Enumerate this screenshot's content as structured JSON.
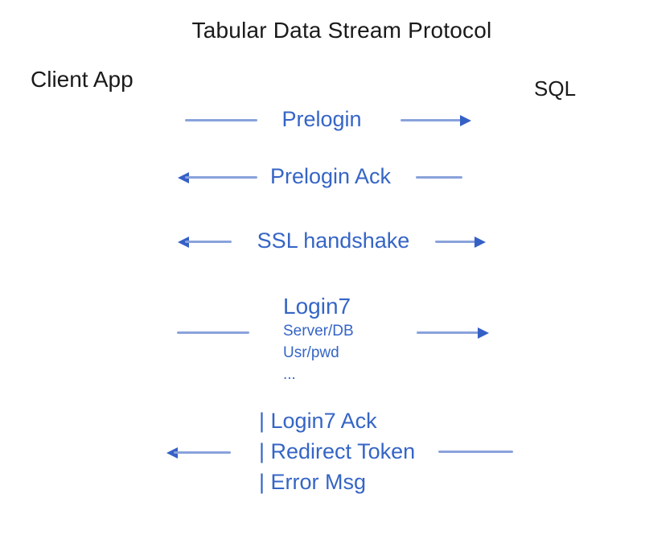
{
  "title": "Tabular Data Stream Protocol",
  "actors": {
    "client": "Client App",
    "server": "SQL"
  },
  "colors": {
    "text_blue": "#3565c6",
    "line_blue": "#8aa2dc",
    "arrow_blue": "#3560c6",
    "text_black": "#1a1a1a",
    "background": "#ffffff"
  },
  "messages": [
    {
      "label": "Prelogin",
      "direction": "client-to-server"
    },
    {
      "label": "Prelogin Ack",
      "direction": "server-to-client"
    },
    {
      "label": "SSL handshake",
      "direction": "bidirectional"
    },
    {
      "label": "Login7",
      "details": [
        "Server/DB",
        "Usr/pwd",
        "..."
      ],
      "direction": "client-to-server"
    },
    {
      "lines": [
        "| Login7 Ack",
        "| Redirect Token",
        "| Error Msg"
      ],
      "direction": "server-to-client"
    }
  ]
}
